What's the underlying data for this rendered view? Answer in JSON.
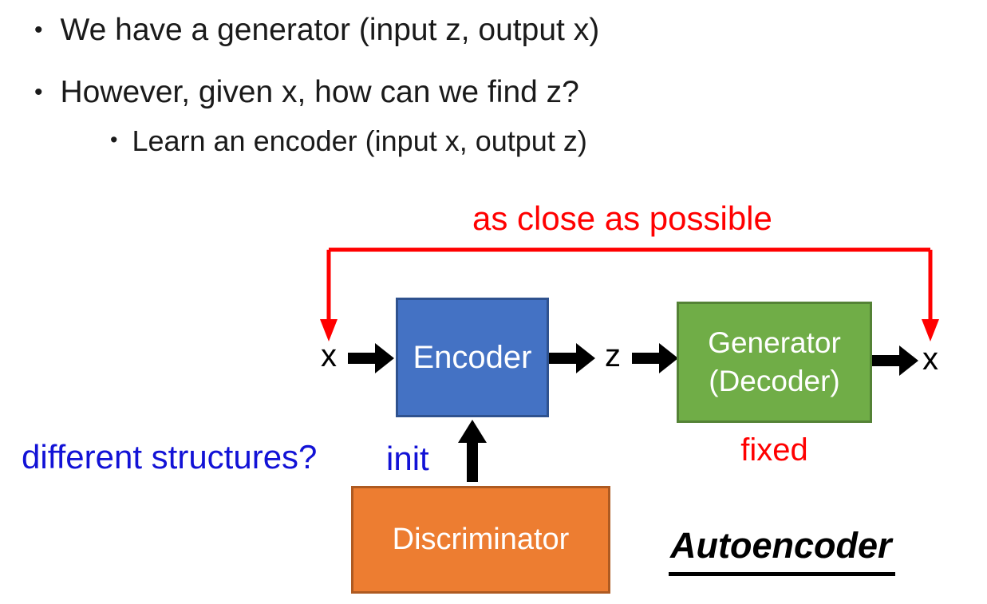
{
  "bullets": {
    "marker": "•",
    "item1": "We have a generator (input z, output x)",
    "item2": "However, given x, how can we find z?",
    "item2_sub": "Learn an encoder (input x, output z)"
  },
  "diagram": {
    "top_label": "as close as possible",
    "input_label": "x",
    "encoder_label": "Encoder",
    "latent_label": "z",
    "generator_line1": "Generator",
    "generator_line2": "(Decoder)",
    "output_label": "x",
    "fixed_label": "fixed",
    "question_label": "different structures?",
    "init_label": "init",
    "discriminator_label": "Discriminator",
    "caption": "Autoencoder"
  },
  "colors": {
    "encoder_fill": "#4472C4",
    "encoder_border": "#2F528F",
    "generator_fill": "#70AD47",
    "generator_border": "#548235",
    "discriminator_fill": "#ED7D31",
    "discriminator_border": "#AE5A21",
    "annotation_red": "#FF0000",
    "annotation_blue": "#1212D6",
    "arrow_black": "#000000"
  }
}
